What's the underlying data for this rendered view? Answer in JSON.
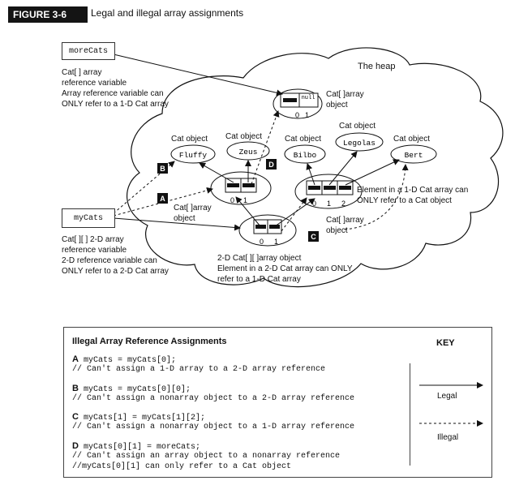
{
  "figure": {
    "label": "FIGURE 3-6",
    "title": "Legal and illegal array assignments"
  },
  "heap": {
    "label": "The heap"
  },
  "variables": {
    "moreCats": {
      "name": "moreCats",
      "desc": [
        "Cat[ ] array",
        "reference variable",
        "Array reference variable can",
        "ONLY refer to a 1-D Cat array"
      ]
    },
    "myCats": {
      "name": "myCats",
      "desc": [
        "Cat[ ][ ] 2-D array",
        "reference variable",
        "2-D reference variable can",
        "ONLY refer to a 2-D Cat array"
      ]
    }
  },
  "objects": {
    "cat_object_label": "Cat object",
    "cats": [
      "Fluffy",
      "Zeus",
      "Bilbo",
      "Legolas",
      "Bert"
    ],
    "null_array": {
      "cell": "null",
      "label": [
        "Cat[ ]array",
        "object"
      ],
      "indices": [
        "0",
        "1"
      ]
    },
    "array_a": {
      "label": [
        "Cat[ ]array",
        "object"
      ],
      "indices": [
        "0",
        "1"
      ]
    },
    "array_b": {
      "label": [
        "Element in a 1-D Cat array can",
        "ONLY refer to a Cat object"
      ],
      "indices": [
        "0",
        "1",
        "2"
      ]
    },
    "array_c": {
      "label": [
        "Cat[ ]array",
        "object"
      ]
    },
    "array_2d": {
      "label": [
        "2-D Cat[ ][ ]array object",
        "Element in a 2-D Cat array can ONLY",
        "refer to a 1-D Cat array"
      ],
      "indices": [
        "0",
        "1"
      ]
    }
  },
  "markers": [
    "A",
    "B",
    "C",
    "D"
  ],
  "panel": {
    "title": "Illegal Array Reference Assignments",
    "key_title": "KEY",
    "key_legal": "Legal",
    "key_illegal": "Illegal",
    "items": [
      {
        "letter": "A",
        "code": "myCats = myCats[0];",
        "comments": [
          "// Can't assign a 1-D array to a 2-D array reference"
        ]
      },
      {
        "letter": "B",
        "code": "myCats = myCats[0][0];",
        "comments": [
          "// Can't assign a nonarray object to a 2-D array reference"
        ]
      },
      {
        "letter": "C",
        "code": "myCats[1] = myCats[1][2];",
        "comments": [
          "// Can't assign a nonarray object to a 1-D array reference"
        ]
      },
      {
        "letter": "D",
        "code": "myCats[0][1] = moreCats;",
        "comments": [
          "// Can't assign an array object to a nonarray reference",
          "//myCats[0][1] can only refer to a Cat object"
        ]
      }
    ]
  }
}
